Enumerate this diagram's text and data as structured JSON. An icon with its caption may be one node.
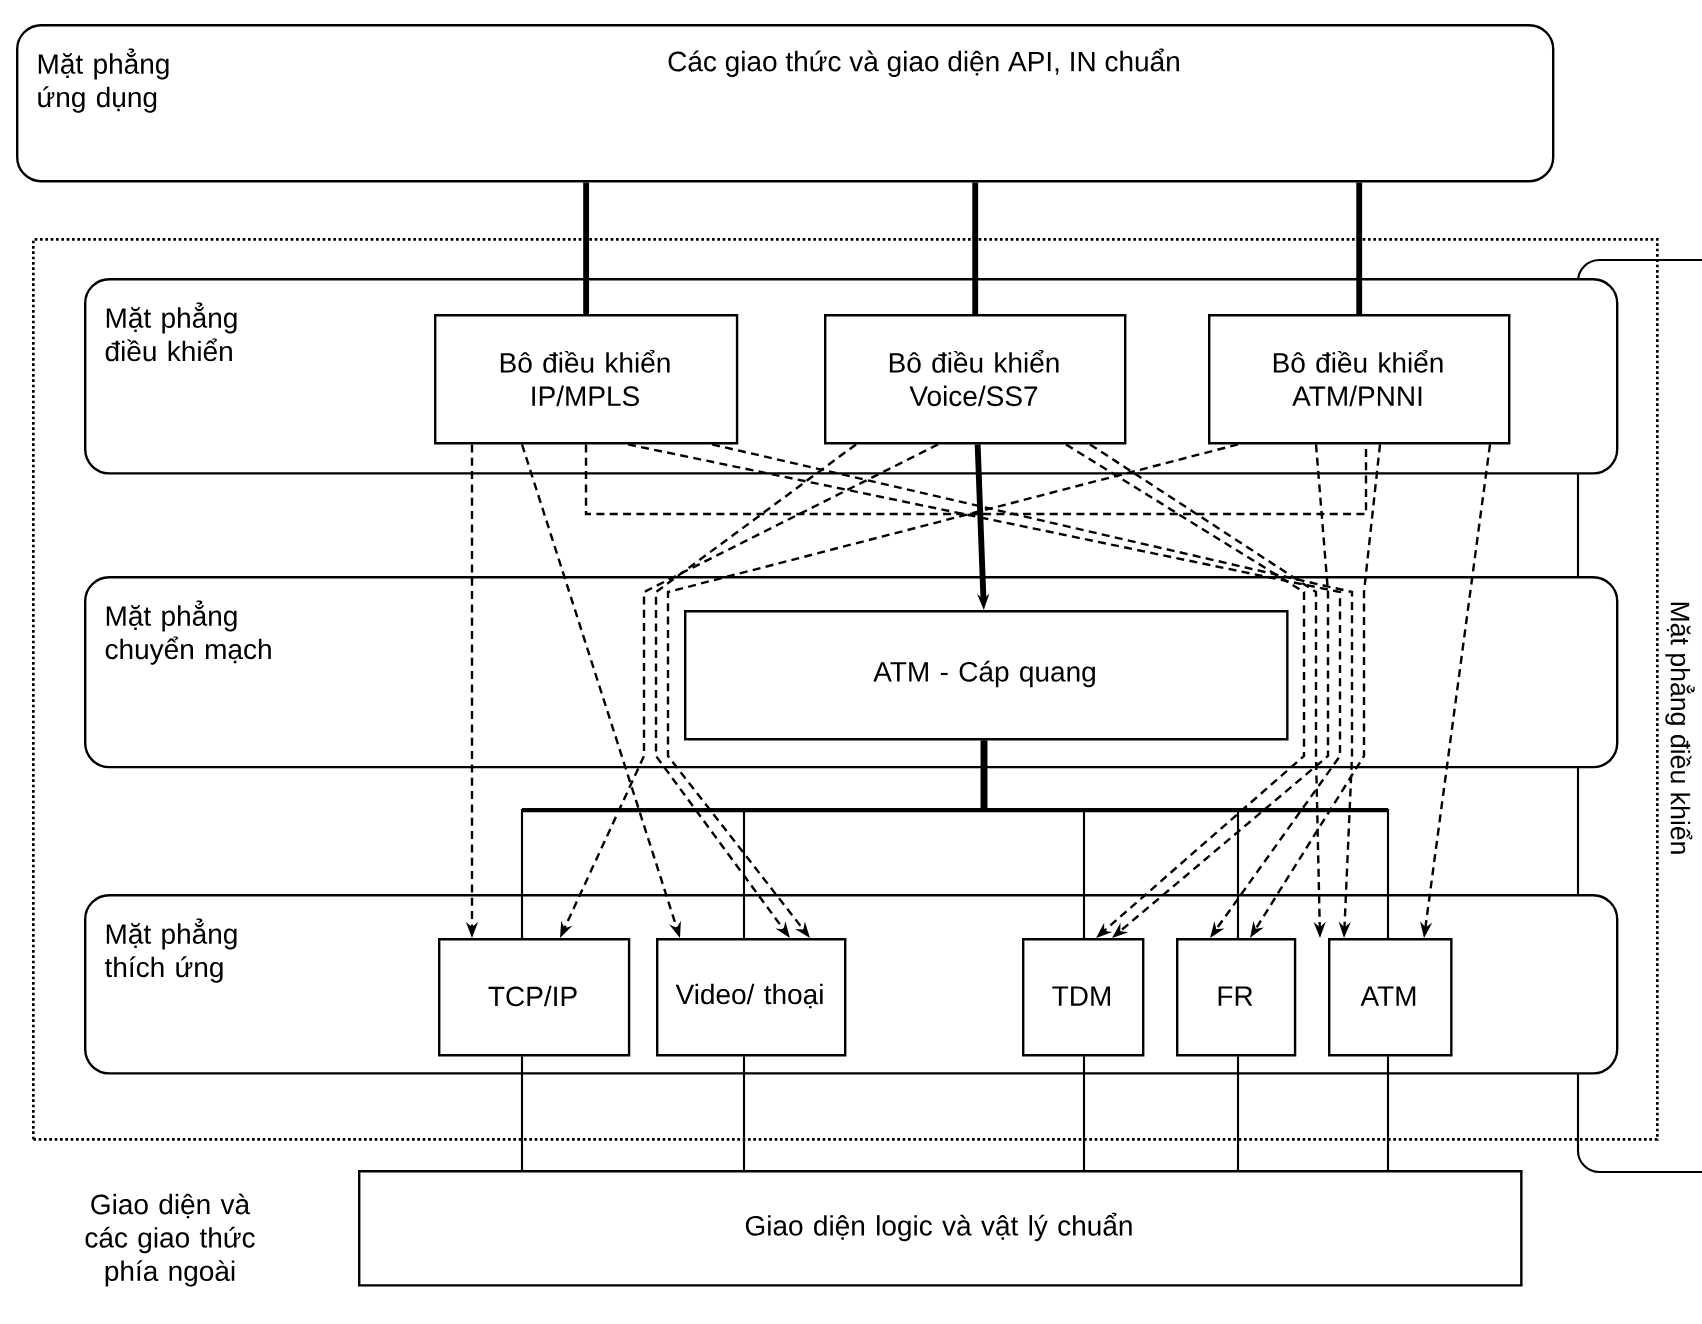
{
  "diagram": {
    "nodes": [
      {
        "text": [
          "Mặt phẳng ứng dụng",
          "Các giao thức và giao diện API, IN chuẩn"
        ]
      },
      {
        "text": [
          "Mặt phẳng điều khiển"
        ]
      },
      {
        "text": [
          "Mặt phẳng điều khiển"
        ],
        "in": 1
      },
      {
        "text": [
          "Bô điều khiển IP/MPLS"
        ],
        "in": 2
      },
      {
        "text": [
          "Bô điều khiển Voice/SS7"
        ],
        "in": 2
      },
      {
        "text": [
          "Bô điều khiển ATM/PNNI"
        ],
        "in": 2
      },
      {
        "text": [
          "Mặt phẳng chuyển mạch"
        ],
        "in": 1
      },
      {
        "text": [
          "ATM - Cáp quang"
        ],
        "in": 6
      },
      {
        "text": [
          "Mặt phẳng thích ứng"
        ],
        "in": 1
      },
      {
        "text": [
          "TCP/IP"
        ],
        "in": 8
      },
      {
        "text": [
          "Video/ thoại"
        ],
        "in": 8
      },
      {
        "text": [
          "TDM"
        ],
        "in": 8
      },
      {
        "text": [
          "FR"
        ],
        "in": 8
      },
      {
        "text": [
          "ATM"
        ],
        "in": 8
      },
      {
        "text": [
          "Giao diện logic và vật lý chuẩn"
        ]
      }
    ],
    "edges": [
      {
        "from": 0,
        "to": 3,
        "arrow": "none",
        "style": "thick"
      },
      {
        "from": 0,
        "to": 4,
        "arrow": "none",
        "style": "thick"
      },
      {
        "from": 0,
        "to": 5,
        "arrow": "none",
        "style": "thick"
      },
      {
        "from": 4,
        "to": 7,
        "arrow": "to",
        "style": "thick"
      },
      {
        "from": 3,
        "to": 5,
        "arrow": "none",
        "style": "dashed"
      },
      {
        "from": 3,
        "to": 9,
        "arrow": "to",
        "style": "dashed"
      },
      {
        "from": 3,
        "to": 10,
        "arrow": "to",
        "style": "dashed"
      },
      {
        "from": 3,
        "to": 12,
        "arrow": "to",
        "style": "dashed"
      },
      {
        "from": 3,
        "to": 13,
        "arrow": "to",
        "style": "dashed"
      },
      {
        "from": 4,
        "to": 9,
        "arrow": "to",
        "style": "dashed"
      },
      {
        "from": 4,
        "to": 10,
        "arrow": "to",
        "style": "dashed"
      },
      {
        "from": 4,
        "to": 11,
        "arrow": "to",
        "style": "dashed"
      },
      {
        "from": 4,
        "to": 13,
        "arrow": "to",
        "style": "dashed"
      },
      {
        "from": 5,
        "to": 10,
        "arrow": "to",
        "style": "dashed"
      },
      {
        "from": 5,
        "to": 11,
        "arrow": "to",
        "style": "dashed"
      },
      {
        "from": 5,
        "to": 12,
        "arrow": "to",
        "style": "dashed"
      },
      {
        "from": 5,
        "to": 13,
        "arrow": "to",
        "style": "dashed"
      },
      {
        "from": 7,
        "to": 9,
        "arrow": "none"
      },
      {
        "from": 7,
        "to": 10,
        "arrow": "none"
      },
      {
        "from": 7,
        "to": 11,
        "arrow": "none"
      },
      {
        "from": 7,
        "to": 12,
        "arrow": "none"
      },
      {
        "from": 7,
        "to": 13,
        "arrow": "none"
      },
      {
        "from": 9,
        "to": 14,
        "arrow": "none"
      },
      {
        "from": 10,
        "to": 14,
        "arrow": "none"
      },
      {
        "from": 11,
        "to": 14,
        "arrow": "none"
      },
      {
        "from": 12,
        "to": 14,
        "arrow": "none"
      },
      {
        "from": 13,
        "to": 14,
        "arrow": "none"
      }
    ],
    "labels": [
      "Giao diện và các giao thức phía ngoài"
    ]
  }
}
